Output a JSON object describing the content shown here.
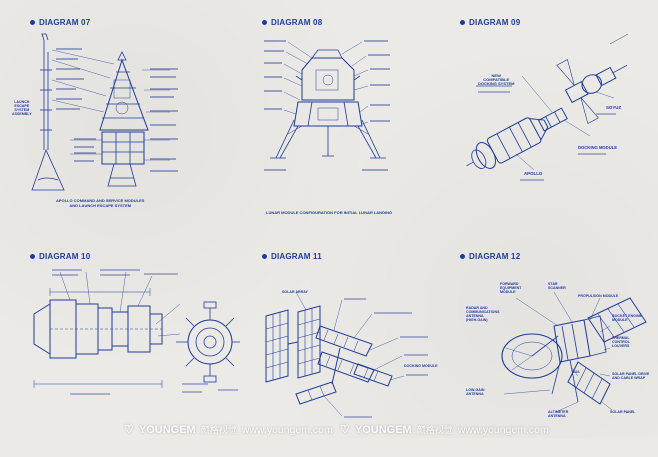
{
  "panels": [
    {
      "title": "DIAGRAM 07",
      "caption_lines": [
        "APOLLO COMMAND AND SERVICE MODULES",
        "AND LAUNCH ESCAPE SYSTEM"
      ],
      "side_label_lines": [
        "LAUNCH",
        "ESCAPE",
        "SYSTEM",
        "ASSEMBLY"
      ]
    },
    {
      "title": "DIAGRAM 08",
      "caption_lines": [
        "LUNAR MODULE CONFIGURATION FOR INITIAL LUNAR LANDING"
      ]
    },
    {
      "title": "DIAGRAM 09",
      "labels": {
        "new_compatible": [
          "NEW",
          "COMPATIBLE",
          "DOCKING SYSTEM"
        ],
        "soyuz": "SOYUZ",
        "docking_module": "DOCKING MODULE",
        "apollo": "APOLLO"
      }
    },
    {
      "title": "DIAGRAM 10"
    },
    {
      "title": "DIAGRAM 11",
      "labels": {
        "solar_array": "SOLAR ARRAY",
        "docking_module": "DOCKING MODULE"
      }
    },
    {
      "title": "DIAGRAM 12",
      "labels": {
        "forward_equipment": [
          "FORWARD",
          "EQUIPMENT",
          "MODULE"
        ],
        "star_scanner": [
          "STAR",
          "SCANNER"
        ],
        "propulsion_module": "PROPULSION MODULE",
        "radar": [
          "RADAR AND",
          "COMMUNICATIONS",
          "ANTENNA",
          "(HIGH-GAIN)"
        ],
        "rocket_engine": [
          "ROCKET ENGINE",
          "MODULE"
        ],
        "thermal_control": [
          "THERMAL",
          "CONTROL",
          "LOUVERS"
        ],
        "low_gain": [
          "LOW-GAIN",
          "ANTENNA"
        ],
        "bus": "BUS",
        "solar_panel_drive": [
          "SOLAR PANEL DRIVE",
          "AND CABLE WRAP"
        ],
        "altimeter": [
          "ALTIMETER",
          "ANTENNA"
        ],
        "solar_panel": "SOLAR PANEL"
      }
    }
  ],
  "watermark": {
    "brand": "YOUNGEM",
    "brand_cn": "颜格视觉",
    "url": "www.youngem.com"
  },
  "colors": {
    "ink": "#1f3c9a",
    "paper": "#eceae6"
  }
}
